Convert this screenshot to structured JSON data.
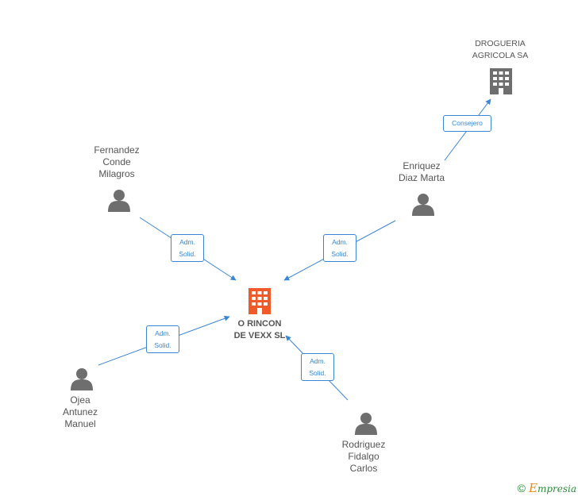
{
  "nodes": {
    "main_company": {
      "label": "O RINCON\nDE VEXX SL",
      "color": "#f05a28"
    },
    "drogueria": {
      "label": "DROGUERIA\nAGRICOLA SA",
      "color": "#666666"
    },
    "fernandez": {
      "label": "Fernandez\nConde\nMilagros"
    },
    "enriquez": {
      "label": "Enriquez\nDiaz Marta"
    },
    "ojea": {
      "label": "Ojea\nAntunez\nManuel"
    },
    "rodriguez": {
      "label": "Rodriguez\nFidalgo\nCarlos"
    }
  },
  "edges": {
    "fernandez_main": "Adm.\nSolid.",
    "enriquez_main": "Adm.\nSolid.",
    "ojea_main": "Adm.\nSolid.",
    "rodriguez_main": "Adm.\nSolid.",
    "enriquez_drogueria": "Consejero"
  },
  "colors": {
    "edge": "#3a86d4",
    "person": "#666666"
  },
  "footer": {
    "copyright": "©",
    "brand_initial": "E",
    "brand_rest": "mpresia"
  }
}
